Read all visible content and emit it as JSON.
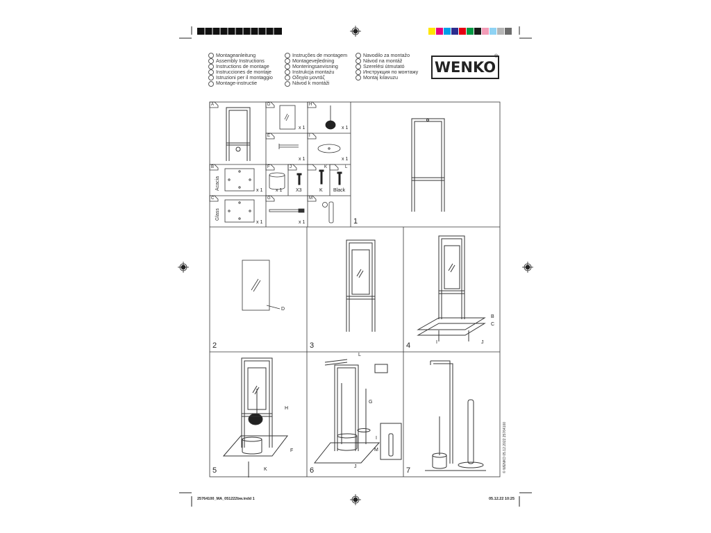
{
  "header": {
    "col1": [
      "Montageanleitung",
      "Assembly Instructions",
      "Instructions de montage",
      "Instrucciones de montaje",
      "Istruzioni per il montaggio",
      "Montage-instructie"
    ],
    "col2": [
      "Instruções de montagem",
      "Montagevejledning",
      "Monteringsanvisning",
      "Instrukcja montażu",
      "Οδηγία μοντάζ",
      "Návod k montáži"
    ],
    "col3": [
      "Navodilo za montažo",
      "Návod na montáž",
      "Szerelési útmutató",
      "Инструкция по монтажу",
      "Montaj kılavuzu"
    ]
  },
  "logo": {
    "text": "WENKO",
    "reg": "®"
  },
  "parts": {
    "A": "A",
    "B": "B",
    "C": "C",
    "D": "D",
    "E": "E",
    "F": "F",
    "G": "G",
    "H": "H",
    "I": "I",
    "J": "J",
    "K": "K",
    "L": "L",
    "M": "M",
    "acacia": "Acacia",
    "glass": "Glass",
    "qty_x1": "x 1",
    "qty_x3": "X3",
    "k_label": "K",
    "black_label": "Black"
  },
  "steps": [
    "1",
    "2",
    "3",
    "4",
    "5",
    "6",
    "7"
  ],
  "callouts": {
    "d": "D",
    "b": "B",
    "c": "C",
    "i": "I",
    "j": "J",
    "h": "H",
    "f": "F",
    "k": "K",
    "l": "L",
    "g": "G",
    "m": "M",
    "i6": "I",
    "j6": "J"
  },
  "vertical_note": "© WENKO  05.12.2022  25764100",
  "footer": {
    "left": "25764100_MA_051222bw.indd   1",
    "right": "05.12.22   10:25"
  },
  "colors": {
    "bar": [
      "#111111",
      "#111111",
      "#111111",
      "#111111",
      "#111111",
      "#111111",
      "#111111",
      "#111111",
      "#111111",
      "#111111",
      "#111111"
    ],
    "swatches": [
      "#ffe600",
      "#e4007f",
      "#00a0e9",
      "#2d2d8f",
      "#e60012",
      "#009944",
      "#1a1a1a",
      "#f29cb7",
      "#8fd3f4",
      "#b5b5b5",
      "#6c6c6c"
    ]
  }
}
